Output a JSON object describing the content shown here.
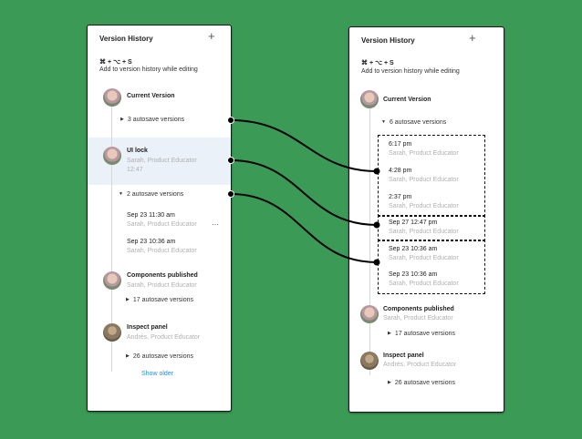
{
  "left_panel": {
    "title": "Version History",
    "add_icon": "+",
    "shortcut": "⌘ + ⌥ + S",
    "hint": "Add to version history while editing",
    "current_version": {
      "title": "Current Version",
      "autosave": "3 autosave versions"
    },
    "ui_lock": {
      "title": "UI lock",
      "author": "Sarah, Product Educator",
      "time": "12:47",
      "autosave": "2 autosave versions"
    },
    "autosave_items": [
      {
        "time": "Sep 23 11:30 am",
        "author": "Sarah, Product Educator",
        "more": "···"
      },
      {
        "time": "Sep 23 10:36 am",
        "author": "Sarah, Product Educator"
      }
    ],
    "components_published": {
      "title": "Components published",
      "author": "Sarah, Product Educator",
      "autosave": "17 autosave versions"
    },
    "inspect_panel": {
      "title": "Inspect panel",
      "author": "Andrés, Product Educator",
      "autosave": "26 autosave versions"
    },
    "show_older": "Show older"
  },
  "right_panel": {
    "title": "Version History",
    "add_icon": "+",
    "shortcut": "⌘ + ⌥ + S",
    "hint": "Add to version history while editing",
    "current_version": {
      "title": "Current Version",
      "autosave": "6 autosave versions"
    },
    "group1": [
      {
        "time": "6:17 pm",
        "author": "Sarah, Product Educator"
      },
      {
        "time": "4:28 pm",
        "author": "Sarah, Product Educator"
      },
      {
        "time": "2:37 pm",
        "author": "Sarah, Product Educator"
      }
    ],
    "group2": [
      {
        "time": "Sep 27 12:47 pm",
        "author": "Sarah, Product Educator"
      }
    ],
    "group3": [
      {
        "time": "Sep 23 10:36 am",
        "author": "Sarah, Product Educator"
      },
      {
        "time": "Sep 23 10:36 am",
        "author": "Sarah, Product Educator"
      }
    ],
    "components_published": {
      "title": "Components published",
      "author": "Sarah, Product Educator",
      "autosave": "17 autosave versions"
    },
    "inspect_panel": {
      "title": "Inspect panel",
      "author": "Andrés, Product Educator",
      "autosave": "26 autosave versions"
    }
  },
  "colors": {
    "background": "#3b9b56",
    "highlight": "#eaf1f8",
    "link": "#2d8ae0"
  }
}
